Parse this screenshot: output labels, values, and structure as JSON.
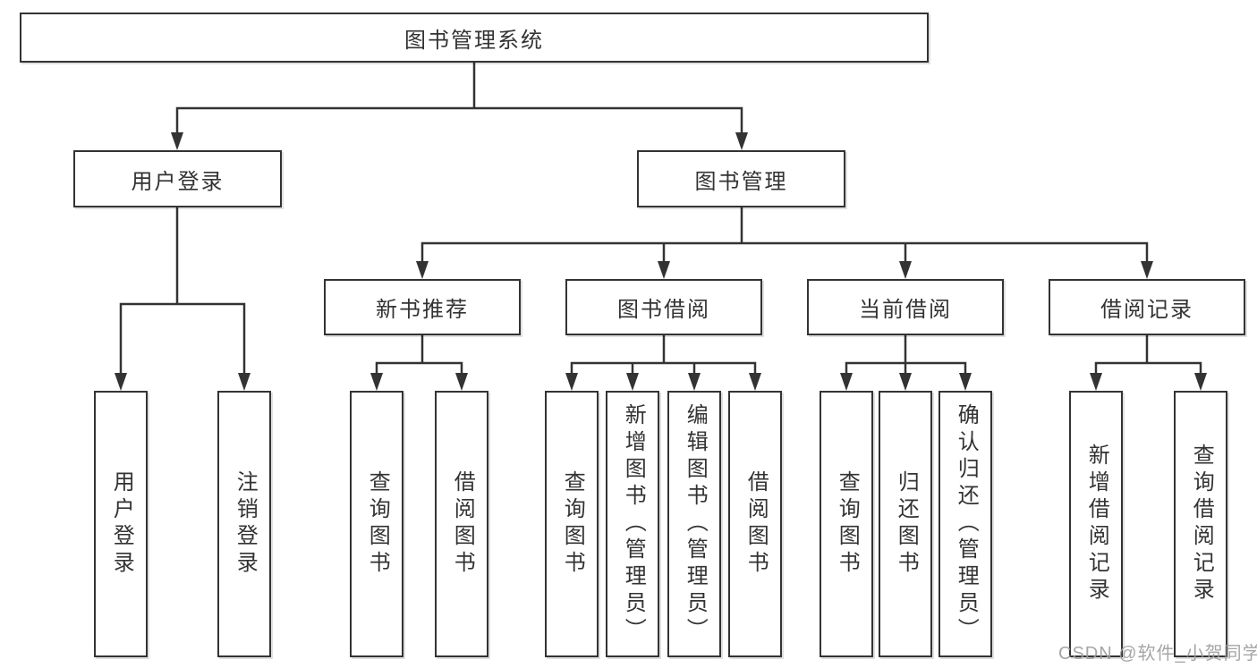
{
  "diagram": {
    "root": {
      "label": "图书管理系统"
    },
    "branches": [
      {
        "label": "用户登录",
        "leaves": [
          "用户登录",
          "注销登录"
        ]
      },
      {
        "label": "图书管理",
        "sections": [
          {
            "label": "新书推荐",
            "leaves": [
              "查询图书",
              "借阅图书"
            ]
          },
          {
            "label": "图书借阅",
            "leaves": [
              "查询图书",
              "新增图书（管理员）",
              "编辑图书（管理员）",
              "借阅图书"
            ]
          },
          {
            "label": "当前借阅",
            "leaves": [
              "查询图书",
              "归还图书",
              "确认归还（管理员）"
            ]
          },
          {
            "label": "借阅记录",
            "leaves": [
              "新增借阅记录",
              "查询借阅记录"
            ]
          }
        ]
      }
    ]
  },
  "watermark": {
    "text": "CSDN @软件_小贺同学"
  },
  "colors": {
    "line": "#333333",
    "text": "#333333",
    "background": "#ffffff",
    "watermark": "#9e9e9e"
  }
}
